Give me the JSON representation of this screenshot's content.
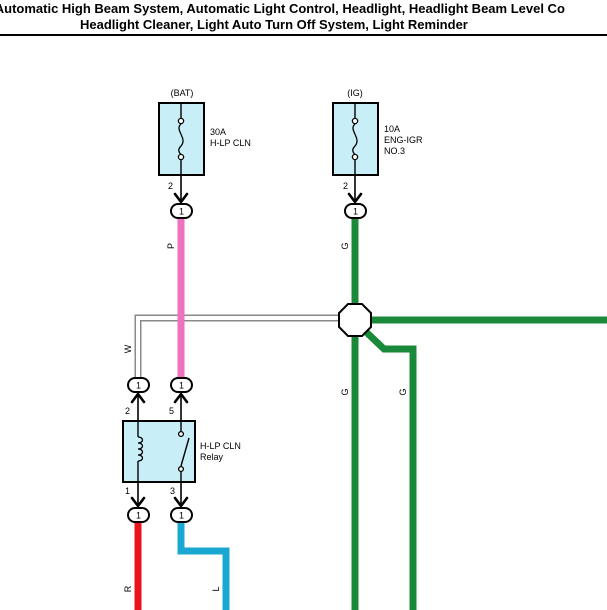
{
  "header": {
    "line1": ", Automatic High Beam System, Automatic Light Control, Headlight, Headlight Beam Level Co",
    "line2": "Headlight Cleaner, Light Auto Turn Off System, Light Reminder"
  },
  "colors": {
    "pink": "#ef6fc0",
    "green": "#1a8a3a",
    "white_wire": "#b4b4b4",
    "red": "#e8141e",
    "blue": "#1aa8d2",
    "component_fill": "#c8eef8"
  },
  "fuse_bat": {
    "source": "(BAT)",
    "rating": "30A",
    "name": "H-LP CLN",
    "pin": "2",
    "connector_pin": "1",
    "wire_color": "P"
  },
  "fuse_ig": {
    "source": "(IG)",
    "rating": "10A",
    "name_line1": "ENG-IGR",
    "name_line2": "NO.3",
    "pin": "2",
    "connector_pin": "1",
    "wire_color": "G"
  },
  "relay": {
    "name_line1": "H-LP CLN",
    "name_line2": "Relay",
    "pin_top_left": "2",
    "pin_top_right": "5",
    "pin_bottom_left": "1",
    "pin_bottom_right": "3",
    "connector_pin": "1"
  },
  "wires": {
    "w": "W",
    "g_main": "G",
    "g_branch": "G",
    "r": "R",
    "l": "L"
  }
}
